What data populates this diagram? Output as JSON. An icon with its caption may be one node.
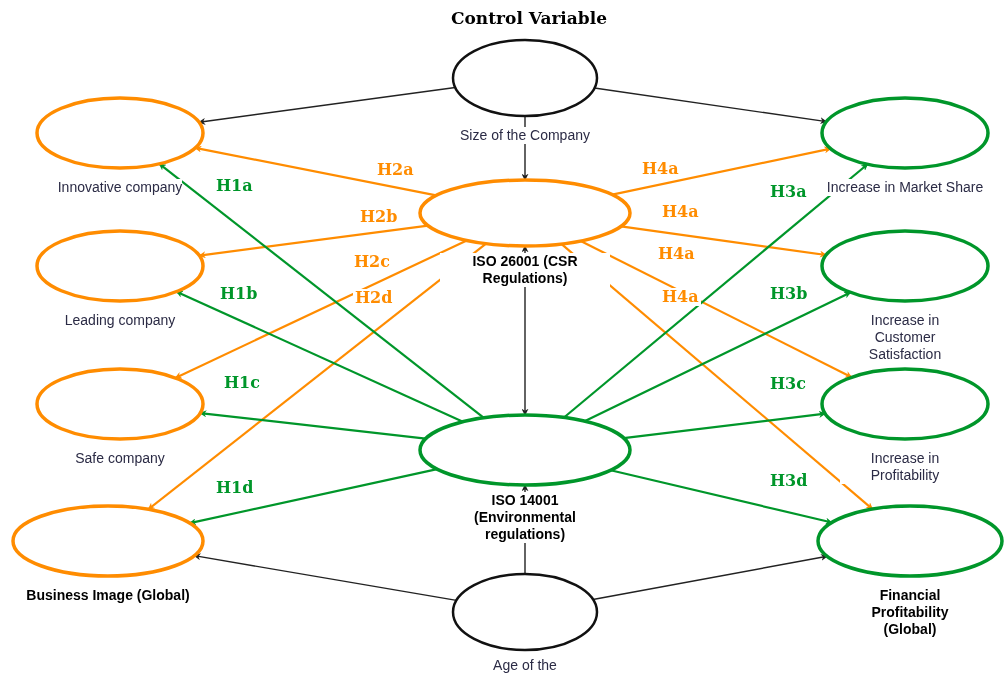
{
  "diagram": {
    "title": "Control Variable",
    "nodes": [
      {
        "text": [
          "Size of the Company"
        ]
      },
      {
        "text": [
          "ISO 26001 (CSR Regulations)"
        ]
      },
      {
        "text": [
          "ISO 14001 (Environmental regulations)"
        ]
      },
      {
        "text": [
          "Age of the"
        ]
      },
      {
        "text": [
          "Innovative company"
        ]
      },
      {
        "text": [
          "Leading company"
        ]
      },
      {
        "text": [
          "Safe company"
        ]
      },
      {
        "text": [
          "Business Image (Global)"
        ]
      },
      {
        "text": [
          "Increase in Market Share"
        ]
      },
      {
        "text": [
          "Increase in Customer Satisfaction"
        ]
      },
      {
        "text": [
          "Increase in Profitability"
        ]
      },
      {
        "text": [
          "Financial Profitability (Global)"
        ]
      }
    ],
    "edges": [
      {
        "from": 0,
        "to": 4,
        "arrow": "to",
        "color": "#222222"
      },
      {
        "from": 0,
        "to": 8,
        "arrow": "to",
        "color": "#222222"
      },
      {
        "from": 0,
        "to": 1,
        "arrow": "to",
        "color": "#222222"
      },
      {
        "from": 1,
        "to": 2,
        "arrow": "both",
        "color": "#222222"
      },
      {
        "from": 3,
        "to": 2,
        "arrow": "to",
        "color": "#222222"
      },
      {
        "from": 3,
        "to": 7,
        "arrow": "to",
        "color": "#222222"
      },
      {
        "from": 3,
        "to": 11,
        "arrow": "to",
        "color": "#222222"
      },
      {
        "from": 1,
        "to": 4,
        "arrow": "to",
        "label": "H2a",
        "color": "#ff8c00"
      },
      {
        "from": 1,
        "to": 5,
        "arrow": "to",
        "label": "H2b",
        "color": "#ff8c00"
      },
      {
        "from": 1,
        "to": 6,
        "arrow": "to",
        "label": "H2c",
        "color": "#ff8c00"
      },
      {
        "from": 1,
        "to": 7,
        "arrow": "to",
        "label": "H2d",
        "color": "#ff8c00"
      },
      {
        "from": 1,
        "to": 8,
        "arrow": "to",
        "label": "H4a",
        "color": "#ff8c00"
      },
      {
        "from": 1,
        "to": 9,
        "arrow": "to",
        "label": "H4a",
        "color": "#ff8c00"
      },
      {
        "from": 1,
        "to": 10,
        "arrow": "to",
        "label": "H4a",
        "color": "#ff8c00"
      },
      {
        "from": 1,
        "to": 11,
        "arrow": "to",
        "label": "H4a",
        "color": "#ff8c00"
      },
      {
        "from": 2,
        "to": 4,
        "arrow": "to",
        "label": "H1a",
        "color": "#00962a"
      },
      {
        "from": 2,
        "to": 5,
        "arrow": "to",
        "label": "H1b",
        "color": "#00962a"
      },
      {
        "from": 2,
        "to": 6,
        "arrow": "to",
        "label": "H1c",
        "color": "#00962a"
      },
      {
        "from": 2,
        "to": 7,
        "arrow": "to",
        "label": "H1d",
        "color": "#00962a"
      },
      {
        "from": 2,
        "to": 8,
        "arrow": "to",
        "label": "H3a",
        "color": "#00962a"
      },
      {
        "from": 2,
        "to": 9,
        "arrow": "to",
        "label": "H3b",
        "color": "#00962a"
      },
      {
        "from": 2,
        "to": 10,
        "arrow": "to",
        "label": "H3c",
        "color": "#00962a"
      },
      {
        "from": 2,
        "to": 11,
        "arrow": "to",
        "label": "H3d",
        "color": "#00962a"
      }
    ]
  }
}
